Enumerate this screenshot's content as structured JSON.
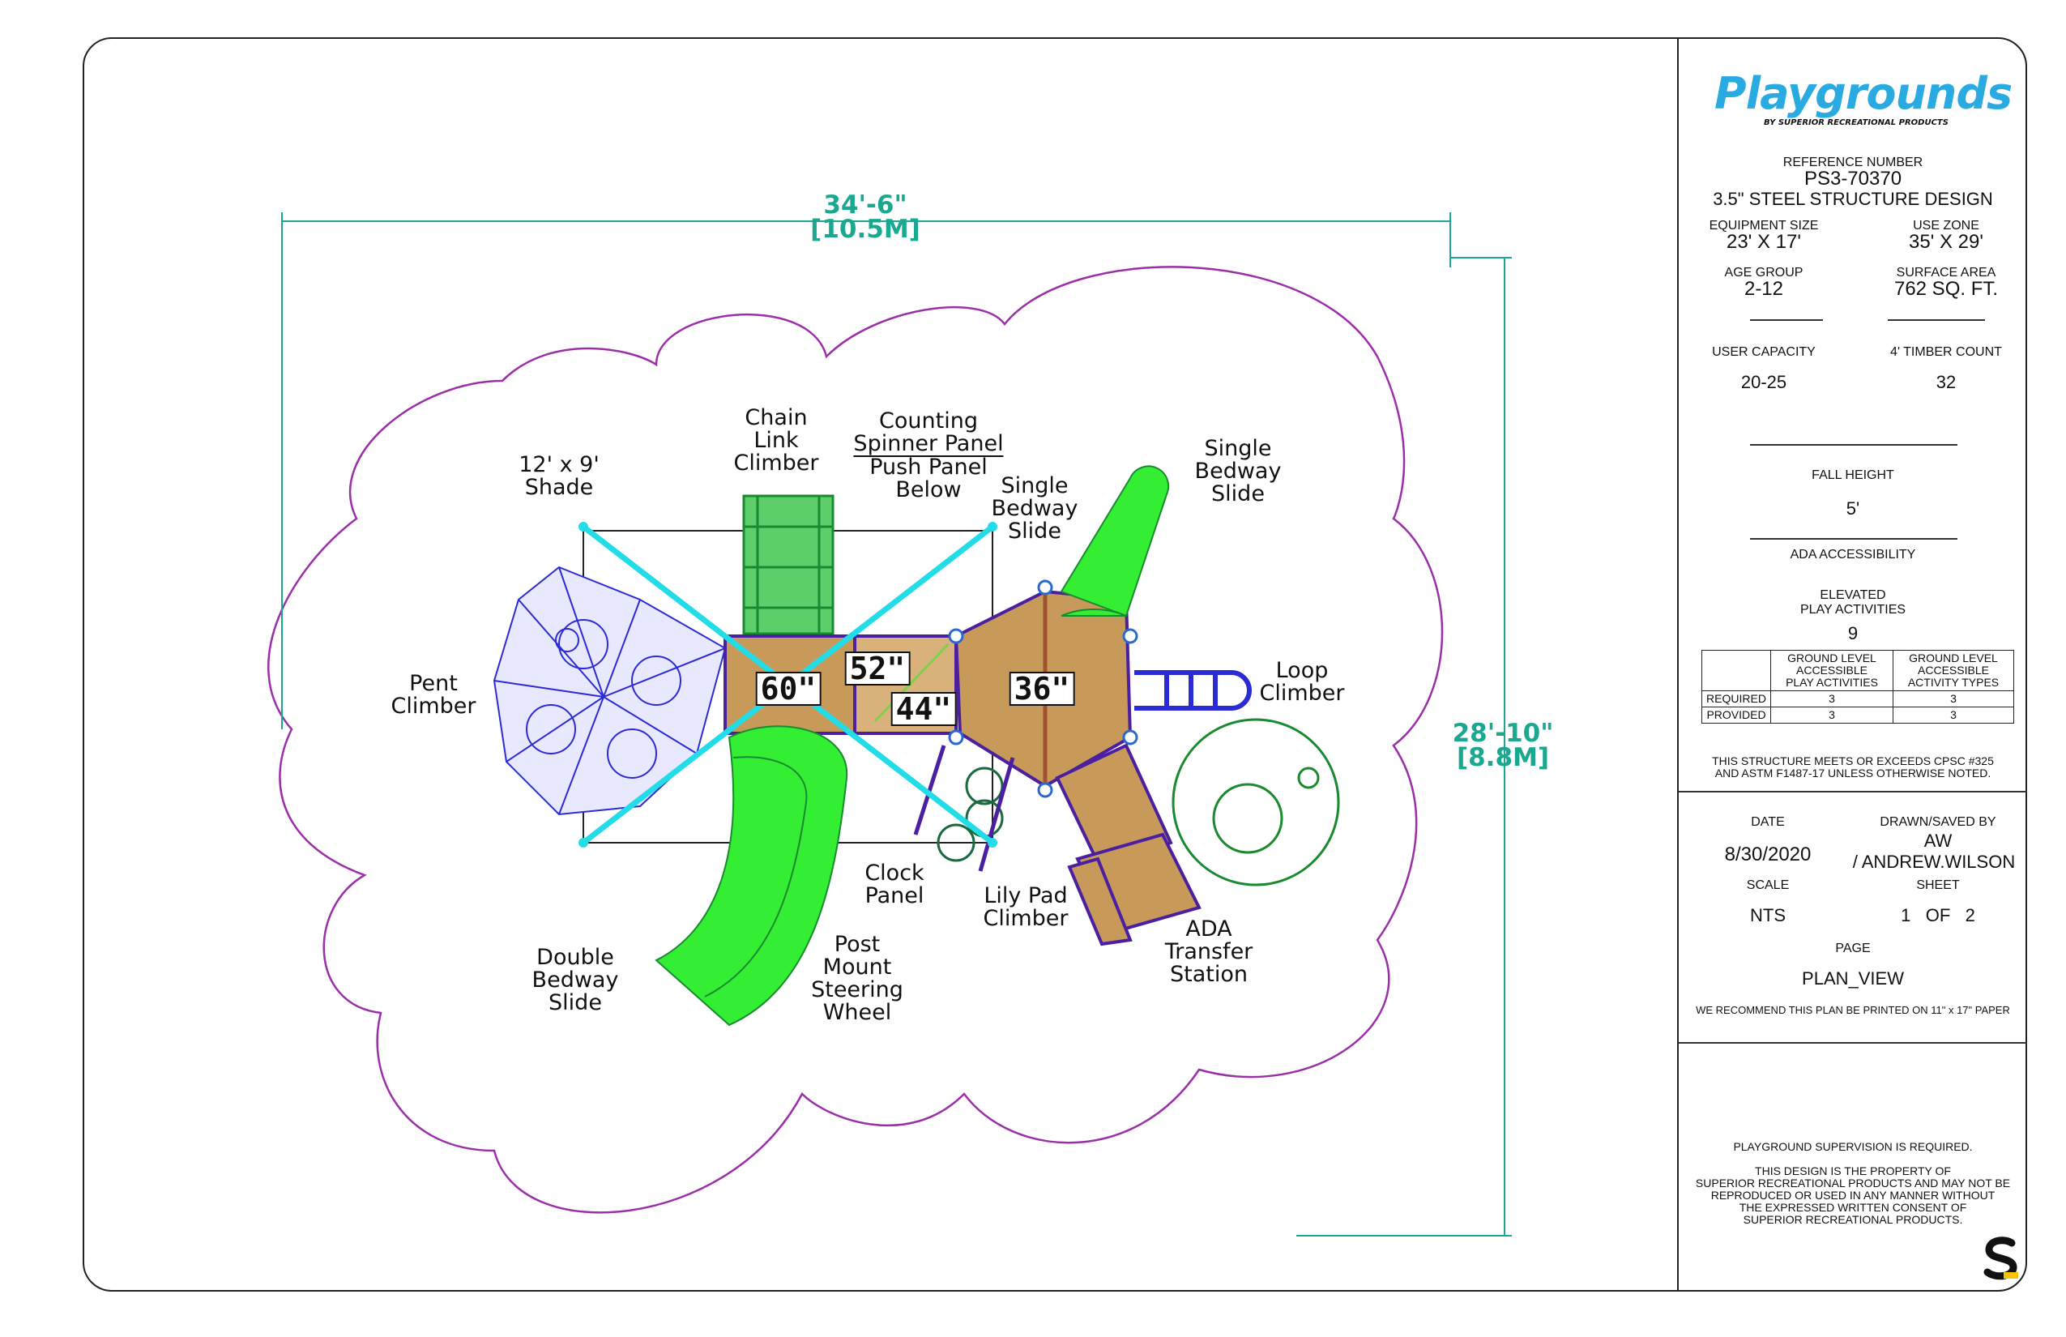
{
  "dimensions": {
    "width_ft": "34'-6\"",
    "width_m": "[10.5M]",
    "depth_ft": "28'-10\"",
    "depth_m": "[8.8M]"
  },
  "deck_heights": [
    "60\"",
    "52\"",
    "44\"",
    "36\""
  ],
  "components": {
    "shade": "12' x 9'\nShade",
    "chain_link": "Chain\nLink\nClimber",
    "counting_spinner": "Counting\nSpinner Panel",
    "push_panel": "Push Panel\nBelow",
    "single_slide_a": "Single\nBedway\nSlide",
    "single_slide_b": "Single\nBedway\nSlide",
    "pent_climber": "Pent\nClimber",
    "loop_climber": "Loop\nClimber",
    "clock_panel": "Clock\nPanel",
    "lily_pad": "Lily Pad\nClimber",
    "ada_station": "ADA\nTransfer\nStation",
    "double_slide": "Double\nBedway\nSlide",
    "steering_wheel": "Post\nMount\nSteering\nWheel"
  },
  "colors": {
    "brand_blue": "#29abe2",
    "dimension_teal": "#1aa890",
    "use_zone_purple": "#9b2fa8",
    "slide_green": "#33ee33",
    "climber_blue": "#2b2bd6",
    "deck_tan": "#c89a5a",
    "shade_cyan": "#22dde8",
    "post_purple": "#4a1fa0"
  },
  "title_block": {
    "logo": "Playgrounds",
    "logo_sub": "BY SUPERIOR RECREATIONAL PRODUCTS",
    "reference_label": "REFERENCE NUMBER",
    "reference_number": "PS3-70370",
    "structure_design": "3.5\" STEEL STRUCTURE DESIGN",
    "equipment_size_label": "EQUIPMENT SIZE",
    "equipment_size": "23' X 17'",
    "use_zone_label": "USE ZONE",
    "use_zone": "35' X 29'",
    "age_group_label": "AGE GROUP",
    "age_group": "2-12",
    "surface_area_label": "SURFACE AREA",
    "surface_area": "762 SQ. FT.",
    "user_capacity_label": "USER CAPACITY",
    "user_capacity": "20-25",
    "timber_count_label": "4' TIMBER COUNT",
    "timber_count": "32",
    "fall_height_label": "FALL HEIGHT",
    "fall_height": "5'",
    "ada_label": "ADA ACCESSIBILITY",
    "elevated_label": "ELEVATED\nPLAY ACTIVITIES",
    "elevated_count": "9",
    "ada_table": {
      "headers": [
        "",
        "GROUND LEVEL\nACCESSIBLE\nPLAY ACTIVITIES",
        "GROUND LEVEL\nACCESSIBLE\nACTIVITY TYPES"
      ],
      "rows": [
        [
          "REQUIRED",
          "3",
          "3"
        ],
        [
          "PROVIDED",
          "3",
          "3"
        ]
      ]
    },
    "cpsc_note": "THIS STRUCTURE MEETS OR EXCEEDS CPSC #325\nAND ASTM F1487-17 UNLESS OTHERWISE NOTED.",
    "date_label": "DATE",
    "date": "8/30/2020",
    "drawn_label": "DRAWN/SAVED BY",
    "drawn_initials": "AW",
    "drawn_name": "/ ANDREW.WILSON",
    "scale_label": "SCALE",
    "scale": "NTS",
    "sheet_label": "SHEET",
    "sheet": "1   OF   2",
    "page_label": "PAGE",
    "page": "PLAN_VIEW",
    "print_note": "WE RECOMMEND THIS PLAN BE PRINTED ON 11\" x 17\" PAPER",
    "supervision": "PLAYGROUND SUPERVISION IS REQUIRED.",
    "property_note": "THIS DESIGN IS THE PROPERTY OF\nSUPERIOR RECREATIONAL PRODUCTS AND MAY NOT BE\nREPRODUCED OR USED IN ANY MANNER WITHOUT\nTHE EXPRESSED WRITTEN CONSENT OF\nSUPERIOR RECREATIONAL PRODUCTS."
  }
}
